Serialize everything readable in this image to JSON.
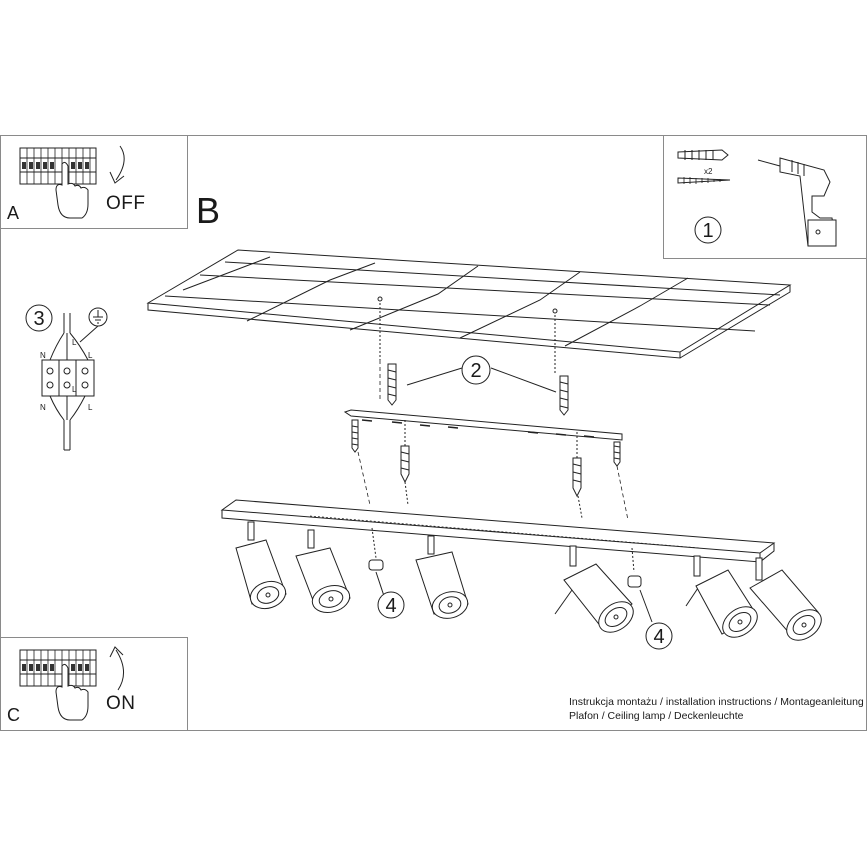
{
  "steps": {
    "a_letter": "A",
    "a_label": "OFF",
    "b_letter": "B",
    "c_letter": "C",
    "c_label": "ON",
    "num_1": "1",
    "num_2": "2",
    "num_3": "3",
    "num_4_left": "4",
    "num_4_right": "4"
  },
  "kit": {
    "quantity": "x2"
  },
  "wiring": {
    "n_top": "N",
    "l_top": "L",
    "n_bottom": "N",
    "l_bottom": "L",
    "l_mid": "L",
    "l_low": "L"
  },
  "caption": {
    "line1": "Instrukcja montażu / installation instructions / Montageanleitung",
    "line2": "Plafon / Ceiling lamp / Deckenleuchte"
  },
  "icons": [
    "switch-panel-icon",
    "hand-icon",
    "arrow-down-icon",
    "arrow-up-icon",
    "drill-icon",
    "wall-plug-icon",
    "screw-icon",
    "ground-icon",
    "terminal-block-icon"
  ]
}
